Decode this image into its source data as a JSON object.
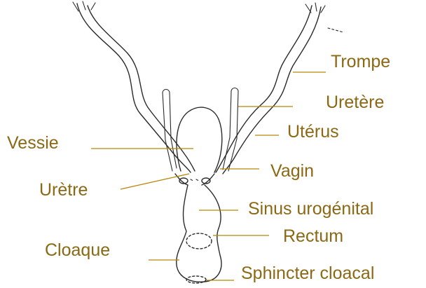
{
  "colors": {
    "label": "#8B6914",
    "leader": "#B8860B",
    "outline": "#2a2a2a",
    "background": "#ffffff"
  },
  "labels": {
    "trompe": "Trompe",
    "uretere": "Uretère",
    "uterus": "Utérus",
    "vessie": "Vessie",
    "vagin": "Vagin",
    "uretre": "Urètre",
    "sinus": "Sinus urogénital",
    "rectum": "Rectum",
    "cloaque": "Cloaque",
    "sphincter": "Sphincter cloacal"
  }
}
